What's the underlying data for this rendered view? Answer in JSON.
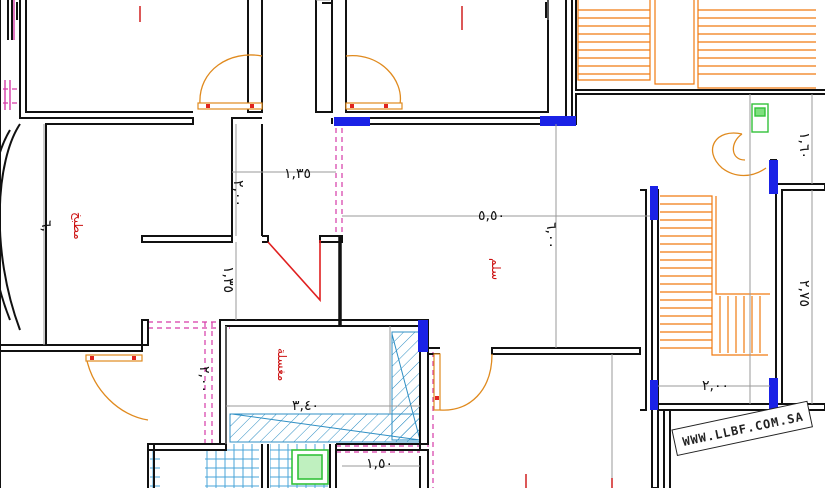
{
  "colors": {
    "wall": "#111111",
    "door_swing": "#e08a1e",
    "stair": "#f07a10",
    "column": "#1a22e6",
    "dimension_line": "#9a9a9a",
    "dashed_line": "#d63aa8",
    "hatch": "#2f8fc4",
    "tile": "#4aa4d8",
    "fixture": "#33c23a",
    "label_red": "#cc1111"
  },
  "dimensions": [
    {
      "id": "1-35-top",
      "text": "١,٣٥"
    },
    {
      "id": "2-00-left",
      "text": "٢,٠٠"
    },
    {
      "id": "5-50",
      "text": "٥,٥٠"
    },
    {
      "id": "6-00-big",
      "text": "٦,٠٠"
    },
    {
      "id": "1-35-lower",
      "text": "١,٣٥"
    },
    {
      "id": "3-40",
      "text": "٣,٤٠"
    },
    {
      "id": "2-00-lower",
      "text": "٢,٠٠"
    },
    {
      "id": "1-50",
      "text": "١,٥٠"
    },
    {
      "id": "2-75",
      "text": "٢,٧٥"
    },
    {
      "id": "2-00-right",
      "text": "٢,٠٠"
    },
    {
      "id": "1-60",
      "text": "١,٦٠"
    },
    {
      "id": "6-00-center",
      "text": "٦,٠٠"
    }
  ],
  "room_labels": [
    {
      "id": "kitchen-label",
      "text": "مطبخ"
    },
    {
      "id": "stair-label",
      "text": "سلم"
    },
    {
      "id": "laundry-label",
      "text": "مغسلة"
    }
  ],
  "watermark": {
    "text": "WWW.LLBF.COM.SA"
  }
}
